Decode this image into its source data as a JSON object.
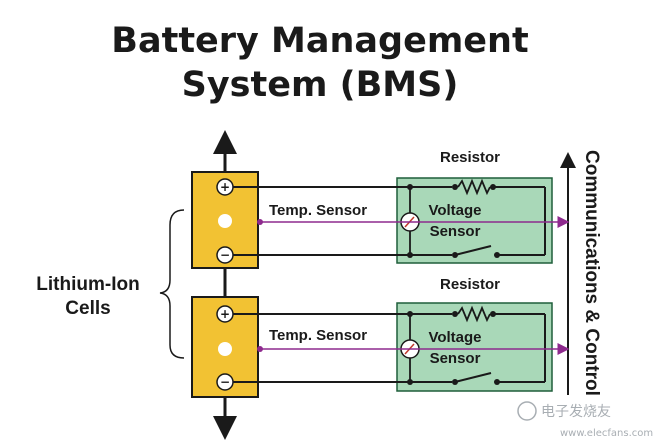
{
  "title": {
    "line1": "Battery Management",
    "line2": "System (BMS)"
  },
  "labels": {
    "cells": "Lithium-Ion",
    "cells_2": "Cells",
    "communications": "Communications & Control"
  },
  "modules": [
    {
      "resistor": "Resistor",
      "temp_sensor": "Temp. Sensor",
      "voltage": "Voltage",
      "sensor": "Sensor"
    },
    {
      "resistor": "Resistor",
      "temp_sensor": "Temp. Sensor",
      "voltage": "Voltage",
      "sensor": "Sensor"
    }
  ],
  "terminals": {
    "positive": "+",
    "negative": "−"
  },
  "watermark": {
    "brand": "电子发烧友",
    "url": "www.elecfans.com"
  },
  "colors": {
    "cell_fill": "#f2c233",
    "cell_stroke": "#1a1a1a",
    "module_fill": "#a9d8b8",
    "module_stroke": "#1f5e3a",
    "signal_line": "#8e2a8e",
    "wire": "#1a1a1a"
  }
}
